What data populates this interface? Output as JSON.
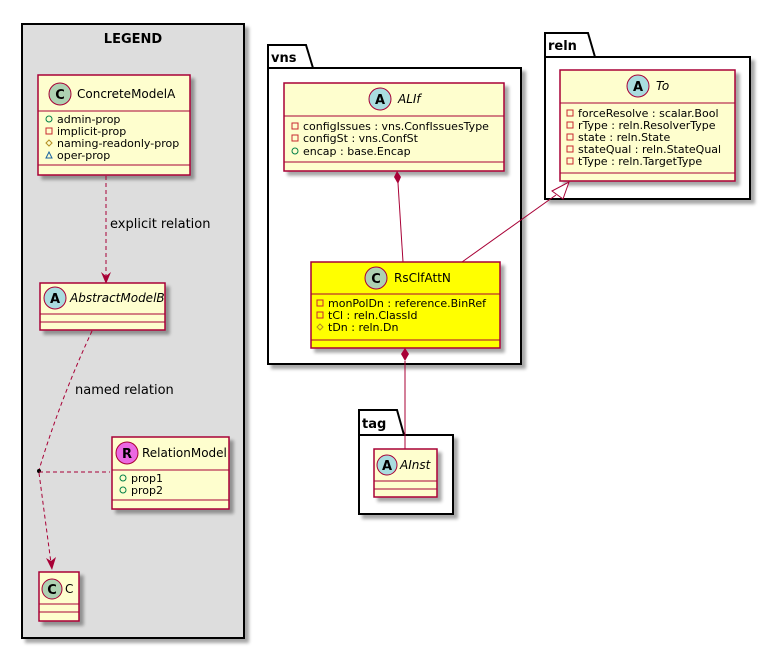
{
  "legend": {
    "title": "LEGEND",
    "concrete": {
      "name": "ConcreteModelA",
      "attrs": [
        "admin-prop",
        "implicit-prop",
        "naming-readonly-prop",
        "oper-prop"
      ]
    },
    "abstract": {
      "name": "AbstractModelB"
    },
    "relation": {
      "name": "RelationModel",
      "attrs": [
        "prop1",
        "prop2"
      ]
    },
    "c": {
      "name": "C"
    },
    "explicit_label": "explicit relation",
    "named_label": "named relation"
  },
  "packages": {
    "vns": "vns",
    "reln": "reln",
    "tag": "tag"
  },
  "classes": {
    "alif": {
      "name": "ALIf",
      "attrs": [
        "configIssues : vns.ConfIssuesType",
        "configSt : vns.ConfSt",
        "encap : base.Encap"
      ]
    },
    "to": {
      "name": "To",
      "attrs": [
        "forceResolve : scalar.Bool",
        "rType : reln.ResolverType",
        "state : reln.State",
        "stateQual : reln.StateQual",
        "tType : reln.TargetType"
      ]
    },
    "rsclfattn": {
      "name": "RsClfAttN",
      "attrs": [
        "monPolDn : reference.BinRef",
        "tCl : reln.ClassId",
        "tDn : reln.Dn"
      ]
    },
    "ainst": {
      "name": "AInst"
    }
  },
  "badges": {
    "class": "C",
    "abstract": "A",
    "relation": "R"
  },
  "colors": {
    "class_fill": "#FEFECE",
    "class_border": "#A80036",
    "highlight_fill": "#FFFF00",
    "legend_fill": "#DDDDDD",
    "badge_class": "#ADD1B2",
    "badge_abstract": "#A9DCDF",
    "badge_relation": "#EB68E2"
  }
}
